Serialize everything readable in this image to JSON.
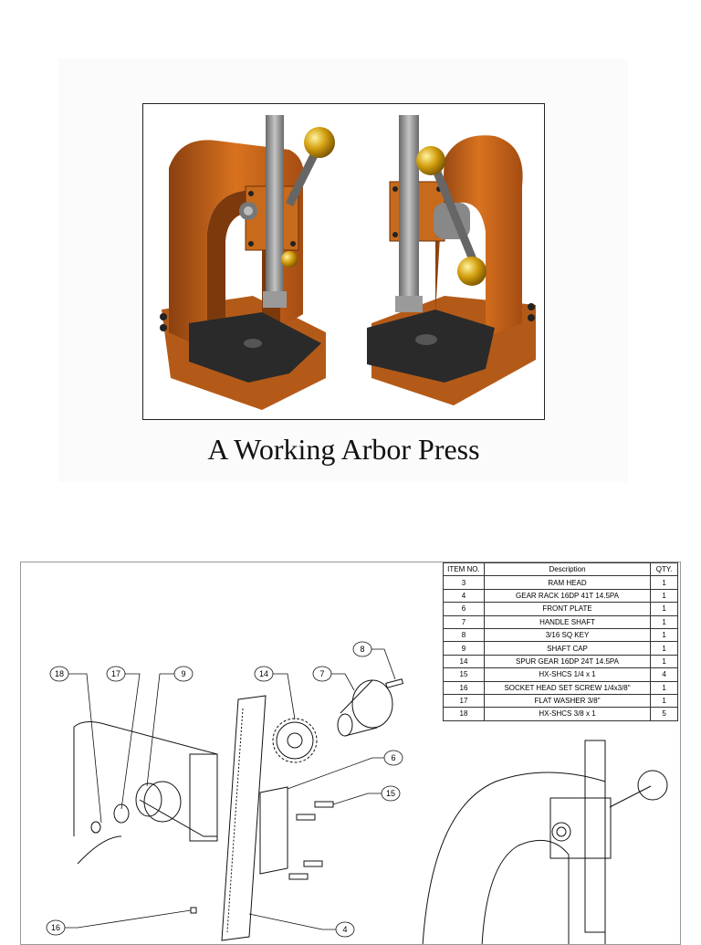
{
  "caption": "A Working Arbor Press",
  "bom": {
    "headers": [
      "ITEM NO.",
      "Description",
      "QTY."
    ],
    "rows": [
      {
        "item": "3",
        "description": "RAM HEAD",
        "qty": "1"
      },
      {
        "item": "4",
        "description": "GEAR RACK 16DP 41T 14.5PA",
        "qty": "1"
      },
      {
        "item": "6",
        "description": "FRONT PLATE",
        "qty": "1"
      },
      {
        "item": "7",
        "description": "HANDLE SHAFT",
        "qty": "1"
      },
      {
        "item": "8",
        "description": "3/16 SQ KEY",
        "qty": "1"
      },
      {
        "item": "9",
        "description": "SHAFT CAP",
        "qty": "1"
      },
      {
        "item": "14",
        "description": "SPUR GEAR 16DP 24T 14.5PA",
        "qty": "1"
      },
      {
        "item": "15",
        "description": "HX-SHCS 1/4 x 1",
        "qty": "4"
      },
      {
        "item": "16",
        "description": "SOCKET HEAD SET SCREW 1/4x3/8\"",
        "qty": "1"
      },
      {
        "item": "17",
        "description": "FLAT WASHER 3/8\"",
        "qty": "1"
      },
      {
        "item": "18",
        "description": "HX-SHCS 3/8 x 1",
        "qty": "5"
      }
    ]
  },
  "balloons": [
    "18",
    "17",
    "9",
    "14",
    "7",
    "8",
    "6",
    "15",
    "16",
    "4"
  ],
  "colors": {
    "body_orange": "#c8641e",
    "body_orange_dark": "#8a4010",
    "base_black": "#2a2a2a",
    "knob_gold": "#d4a010",
    "ram_steel": "#8c8c8c"
  }
}
